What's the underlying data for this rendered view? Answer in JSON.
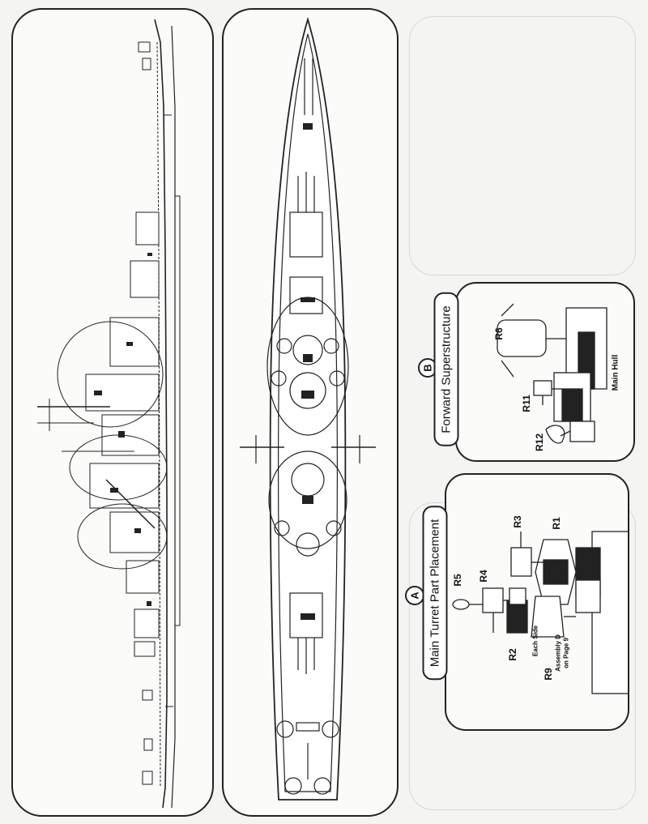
{
  "sections": {
    "a": {
      "letter": "A",
      "title": "Main Turret Part Placement",
      "parts": [
        "R5",
        "R4",
        "R3",
        "R1",
        "R2",
        "R9"
      ],
      "note_each_side": "Each Side",
      "note_assembly": "Assembly D",
      "note_page": "on Page 9"
    },
    "b": {
      "letter": "B",
      "title": "Forward Superstructure",
      "parts": [
        "R6",
        "R11",
        "R12"
      ],
      "hull_label": "Main Hull"
    }
  },
  "colors": {
    "ink": "#111111",
    "paper": "#fbfbfa",
    "ghost": "#d8d8d6"
  }
}
